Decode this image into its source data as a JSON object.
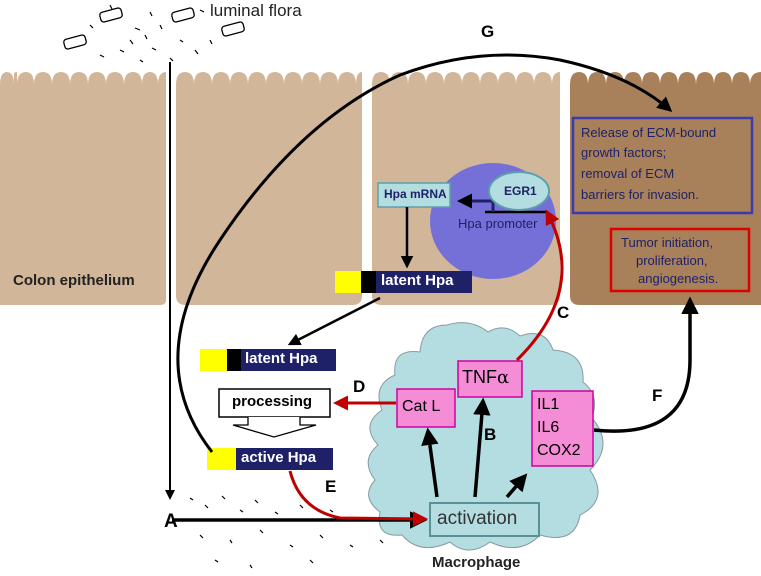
{
  "labels": {
    "luminal_flora": "luminal flora",
    "colon_epithelium": "Colon epithelium",
    "hpa_mrna": "Hpa  mRNA",
    "egr1": "EGR1",
    "hpa_promoter": "Hpa promoter",
    "latent_hpa_1": "latent Hpa",
    "latent_hpa_2": "latent Hpa",
    "processing": "processing",
    "active_hpa": "active Hpa",
    "cat_l": "Cat L",
    "tnf": "TNF",
    "tnf_alpha": "α",
    "il1": "IL1",
    "il6": "IL6",
    "cox2": "COX2",
    "activation": "activation",
    "macrophage": "Macrophage",
    "ecm_text_1": "Release of ECM-bound",
    "ecm_text_2": "growth factors;",
    "ecm_text_3": "removal of ECM",
    "ecm_text_4": "barriers for invasion.",
    "tumor_text_1": "Tumor initiation,",
    "tumor_text_2": "proliferation,",
    "tumor_text_3": "angiogenesis."
  },
  "arrow_labels": {
    "a": "A",
    "b": "B",
    "c": "C",
    "d": "D",
    "e": "E",
    "f": "F",
    "g": "G"
  },
  "colors": {
    "cell": "#d2b699",
    "tumor_cell": "#a8815a",
    "nucleus": "#7470d8",
    "macrophage": "#b3dde0",
    "pink_box": "#f58cd6",
    "navy": "#1f2168",
    "red_arrow": "#c00000",
    "yellow": "#ffff00"
  }
}
